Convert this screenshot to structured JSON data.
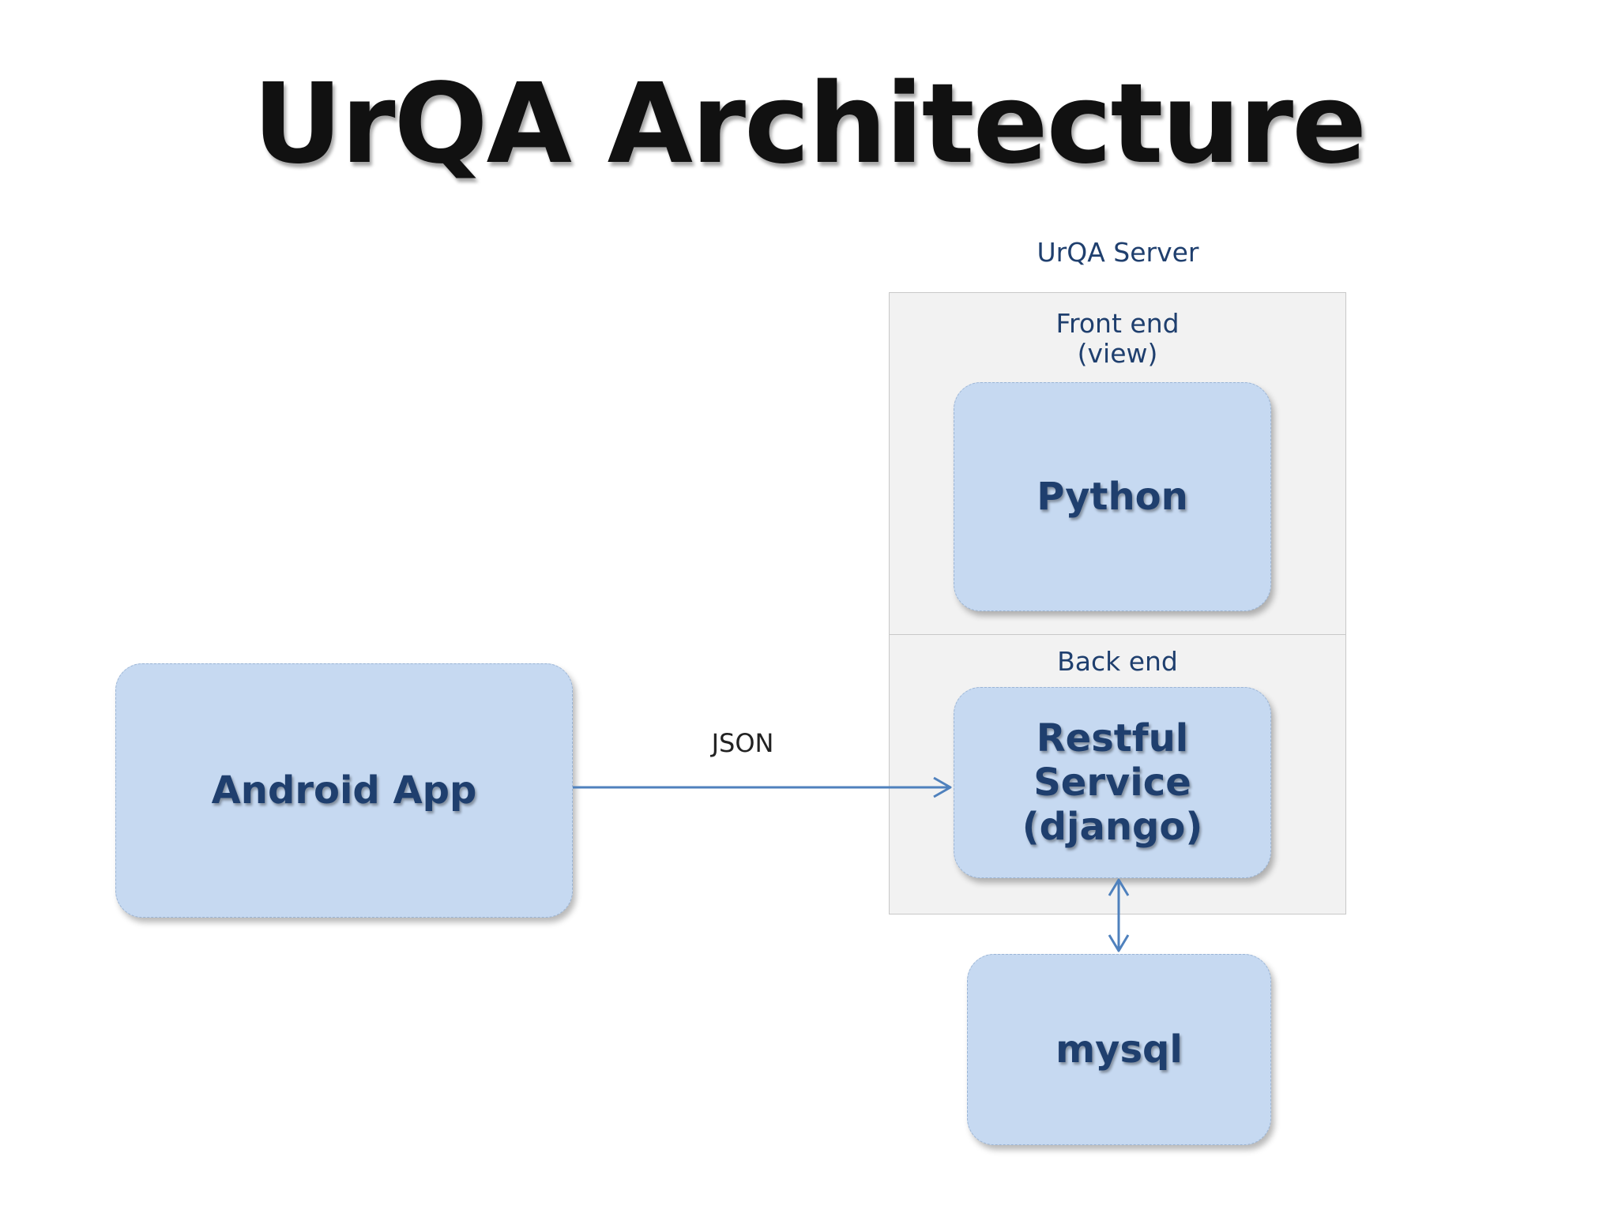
{
  "title": "UrQA Architecture",
  "server": {
    "label": "UrQA Server",
    "front_end_label": "Front end\n(view)",
    "back_end_label": "Back end"
  },
  "nodes": {
    "android": "Android App",
    "python": "Python",
    "restful": "Restful Service\n(django)",
    "mysql": "mysql"
  },
  "edges": {
    "android_to_restful_label": "JSON"
  },
  "colors": {
    "node_fill": "#c6d9f1",
    "node_text": "#1f3f6e",
    "arrow": "#4f81bd",
    "panel_fill": "#f2f2f2"
  }
}
